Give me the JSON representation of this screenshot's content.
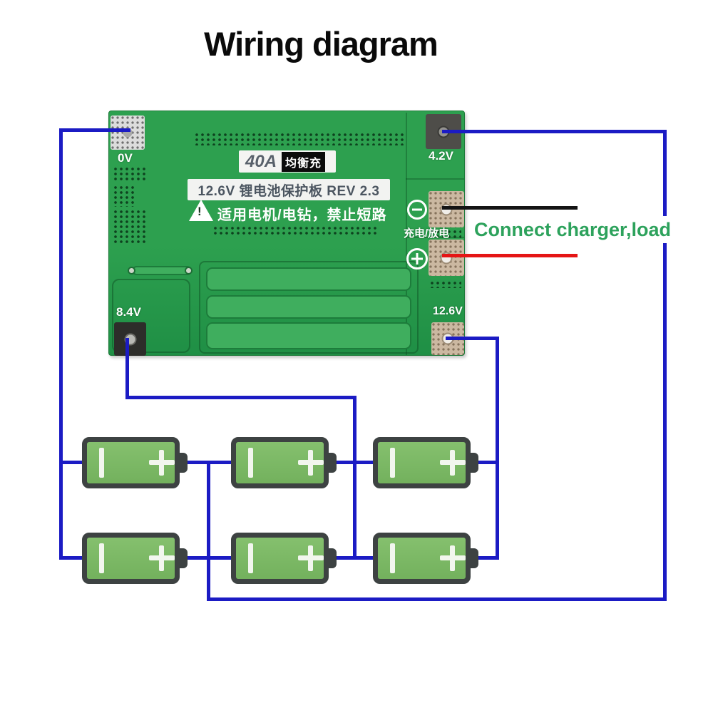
{
  "title": "Wiring diagram",
  "board": {
    "labels": {
      "current": "40A",
      "balance": "均衡充",
      "model": "12.6V 锂电池保护板 REV 2.3",
      "warning": "适用电机/电钻，禁止短路",
      "warning_mark": "!",
      "charge_discharge": "充电/放电"
    },
    "pads": {
      "p0v": "0V",
      "p42v": "4.2V",
      "p84v": "8.4V",
      "p126v": "12.6V"
    },
    "terminals": {
      "minus": "−",
      "plus": "+"
    }
  },
  "annotation": {
    "connect": "Connect charger,load"
  },
  "battery": {
    "count": 6,
    "minus_mark": "|",
    "plus_mark": "+"
  },
  "colors": {
    "wire_blue": "#1b1bc4",
    "wire_black": "#141414",
    "wire_red": "#e51515",
    "board_green": "#2da04f",
    "board_green_2": "#1f8f45",
    "slot_green": "#3fae5e",
    "slot_edge": "#1d7c3b",
    "battery_green": "#7cb765",
    "battery_border": "#3d4242",
    "battery_mark": "#f2f6ee",
    "connect_green": "#2da25c",
    "title_color": "#0a0a0a",
    "label_white": "#ffffff",
    "plate_text": "#4b5560"
  }
}
